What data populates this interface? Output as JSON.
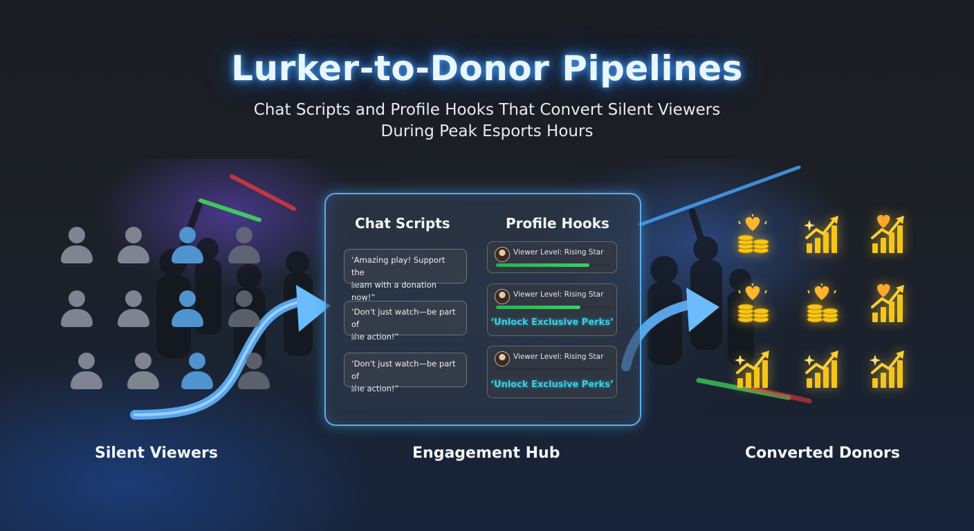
{
  "header": {
    "title": "Lurker-to-Donor Pipelines",
    "subtitle_line1": "Chat Scripts and Profile Hooks That Convert Silent Viewers",
    "subtitle_line2": "During Peak Esports Hours"
  },
  "hub": {
    "chat_heading": "Chat Scripts",
    "profile_heading": "Profile Hooks",
    "chat_scripts": [
      {
        "line1": "‘Amazing play! Support the",
        "line2": "team with a donation now!”"
      },
      {
        "line1": "‘Don't just watch—be part of",
        "line2": "the action!”"
      },
      {
        "line1": "‘Don't just watch—be part of",
        "line2": "the action!”"
      }
    ],
    "profile_hooks": [
      {
        "level": "Viewer Level: Rising Star",
        "progress": 0.82,
        "perk": ""
      },
      {
        "level": "Viewer Level: Rising Star",
        "progress": 0.74,
        "perk": "‘Unlock Exclusive Perks’"
      },
      {
        "level": "Viewer Level: Rising Star",
        "progress": 0.0,
        "perk": "‘Unlock Exclusive Perks’"
      }
    ]
  },
  "labels": {
    "left": "Silent Viewers",
    "middle": "Engagement Hub",
    "right": "Converted Donors"
  },
  "colors": {
    "accent_blue": "#5aaeea",
    "perk_cyan": "#39d1e6",
    "progress_green": "#3ccf65",
    "gold": "#f5c518"
  },
  "viewers": {
    "grid": [
      [
        "grey",
        "grey",
        "blue",
        "dim"
      ],
      [
        "grey",
        "grey",
        "blue",
        "dim"
      ],
      [
        "grey",
        "grey",
        "blue",
        "dim"
      ]
    ]
  },
  "donors": {
    "grid": [
      [
        "heart-coins-icon",
        "growth-chart-icon",
        "heart-chart-icon"
      ],
      [
        "heart-coins-icon",
        "heart-coins-icon",
        "heart-chart-icon"
      ],
      [
        "growth-chart-icon",
        "growth-chart-icon",
        "growth-chart-icon"
      ]
    ]
  }
}
